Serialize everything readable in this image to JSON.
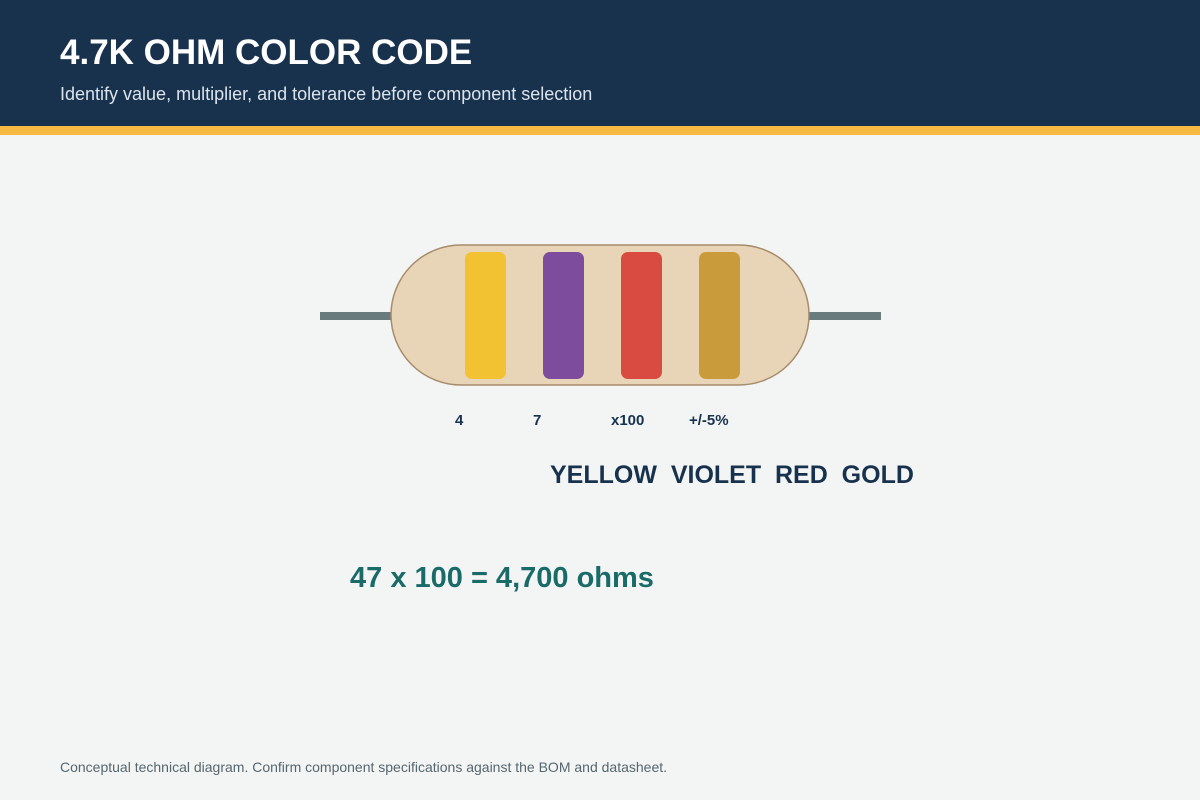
{
  "header": {
    "title": "4.7K OHM COLOR CODE",
    "subtitle": "Identify value, multiplier, and tolerance before component selection"
  },
  "resistor": {
    "body_color": "#e8d5b8",
    "outline_color": "#a88b6b",
    "lead_color": "#6a7b7e",
    "bands": [
      {
        "name": "yellow",
        "color": "#f2c232",
        "label": "4"
      },
      {
        "name": "violet",
        "color": "#7d4c9d",
        "label": "7"
      },
      {
        "name": "red",
        "color": "#d94a40",
        "label": "x100"
      },
      {
        "name": "gold",
        "color": "#c99b3b",
        "label": "+/-5%"
      }
    ]
  },
  "color_names": "YELLOW  VIOLET  RED  GOLD",
  "equation": "47 x 100 = 4,700 ohms",
  "footnote": "Conceptual technical diagram. Confirm component specifications against the BOM and datasheet.",
  "colors": {
    "header_bg": "#18324e",
    "accent": "#f6b942",
    "page_bg": "#f3f5f5",
    "equation": "#1a6b67"
  }
}
